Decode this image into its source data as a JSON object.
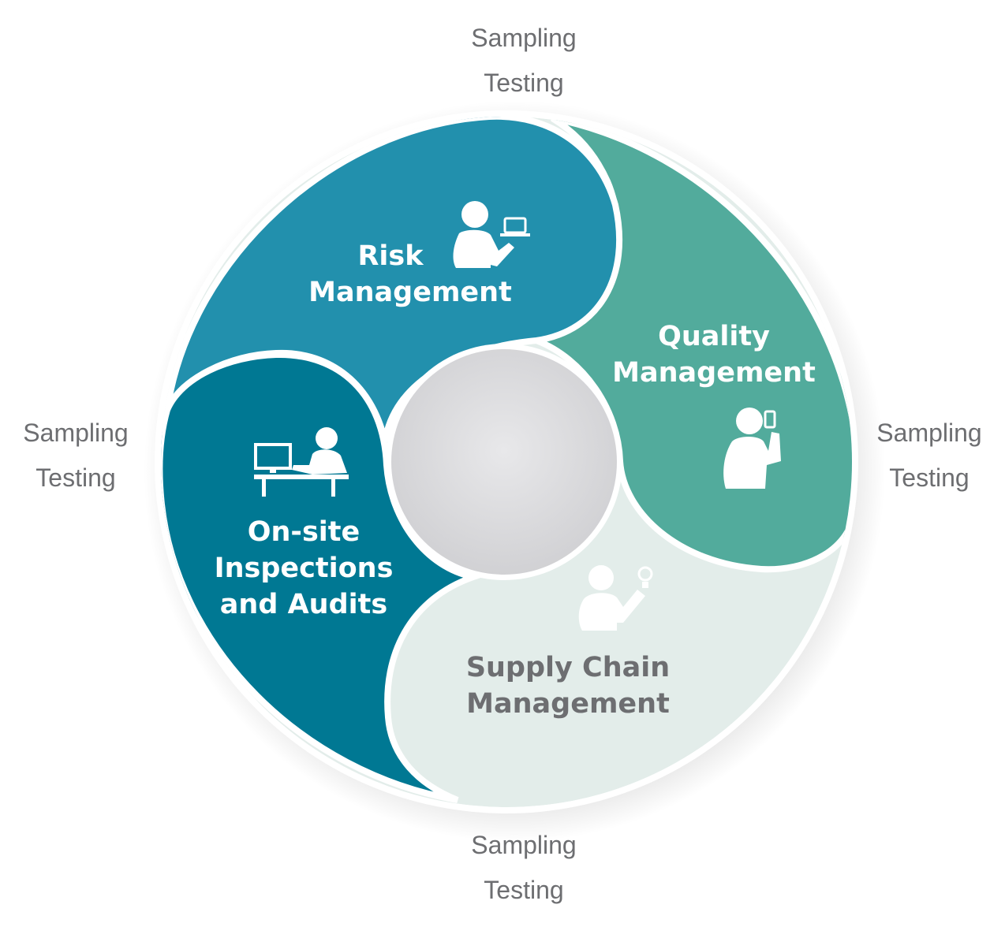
{
  "labels": {
    "top": {
      "line1": "Sampling",
      "line2": "Testing"
    },
    "left": {
      "line1": "Sampling",
      "line2": "Testing"
    },
    "right": {
      "line1": "Sampling",
      "line2": "Testing"
    },
    "bottom": {
      "line1": "Sampling",
      "line2": "Testing"
    }
  },
  "segments": {
    "risk": {
      "line1": "Risk",
      "line2": "Management",
      "color": "#2290ad"
    },
    "quality": {
      "line1": "Quality",
      "line2": "Management",
      "color": "#52ab9c"
    },
    "supply": {
      "line1": "Supply Chain",
      "line2": "Management",
      "color": "#e3edea"
    },
    "onsite": {
      "line1": "On-site",
      "line2": "Inspections",
      "line3": "and Audits",
      "color": "#007893"
    }
  },
  "icons": {
    "risk": "person-laptop-icon",
    "quality": "person-phone-icon",
    "supply": "person-lightbulb-icon",
    "onsite": "person-computer-desk-icon"
  },
  "colors": {
    "hub": "#d9d9db",
    "label_text": "#6d6e71",
    "supply_text": "#6d6e71"
  }
}
